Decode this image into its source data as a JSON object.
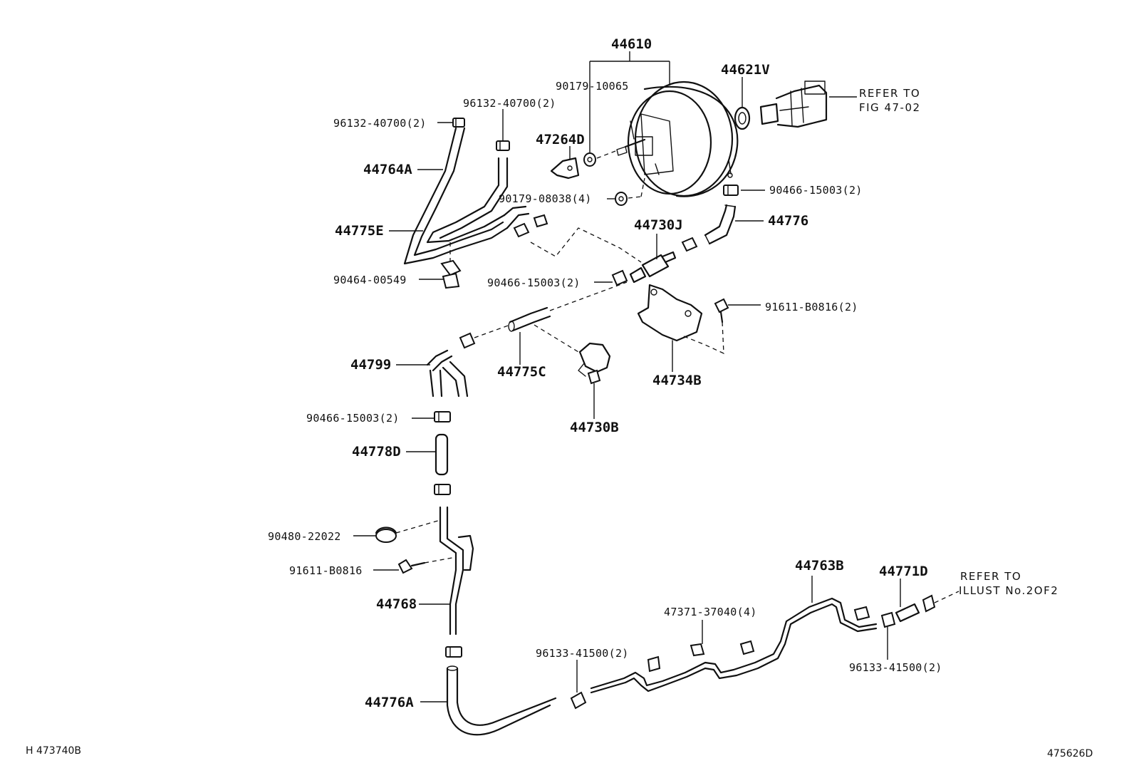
{
  "labels": {
    "p44610": "44610",
    "p90179_10065": "90179-10065",
    "p44621v": "44621V",
    "refer_fig": "REFER TO",
    "refer_fig2": "FIG 47-02",
    "p96132_a": "96132-40700(2)",
    "p96132_b": "96132-40700(2)",
    "p47264d": "47264D",
    "p44764a": "44764A",
    "p90179_08038": "90179-08038(4)",
    "p90466_a": "90466-15003(2)",
    "p44775e": "44775E",
    "p44730j": "44730J",
    "p44776": "44776",
    "p90464": "90464-00549",
    "p90466_b": "90466-15003(2)",
    "p91611_a": "91611-B0816(2)",
    "p44799": "44799",
    "p44775c": "44775C",
    "p44734b": "44734B",
    "p90466_c": "90466-15003(2)",
    "p44730b": "44730B",
    "p44778d": "44778D",
    "p90480": "90480-22022",
    "p91611_b": "91611-B0816",
    "p44768": "44768",
    "p44763b": "44763B",
    "p44771d": "44771D",
    "refer_illust": "REFER TO",
    "refer_illust2": "ILLUST No.2OF2",
    "p47371": "47371-37040(4)",
    "p96133_a": "96133-41500(2)",
    "p96133_b": "96133-41500(2)",
    "p44776a": "44776A"
  },
  "footer": {
    "left_code": "H 473740B",
    "right_code": "475626D"
  },
  "icons": [
    "brake-booster-icon",
    "master-cylinder-icon",
    "vacuum-hose-icon",
    "hose-clamp-icon",
    "check-valve-icon",
    "bracket-icon",
    "bolt-icon",
    "grommet-icon",
    "vacuum-pipe-icon"
  ]
}
